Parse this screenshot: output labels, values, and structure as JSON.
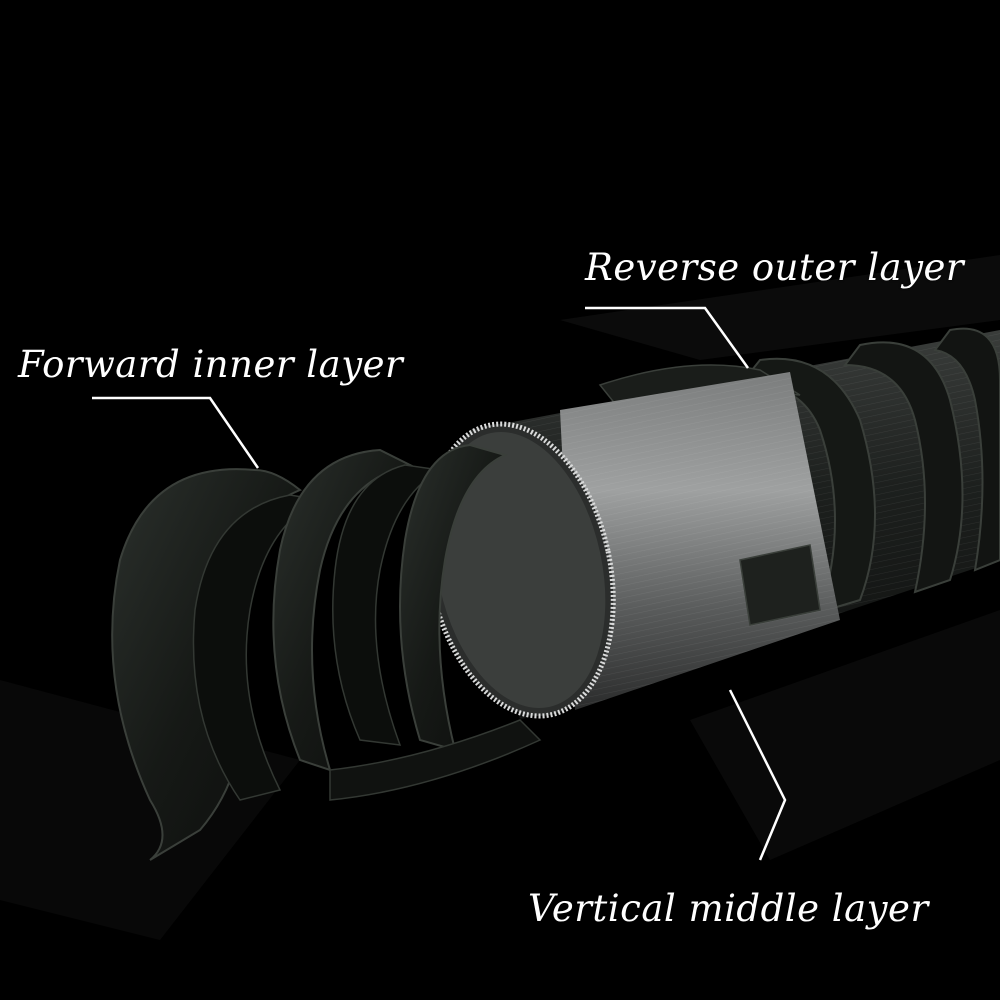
{
  "labels": {
    "forward_inner": "Forward inner layer",
    "reverse_outer": "Reverse outer layer",
    "vertical_middle": "Vertical middle layer"
  },
  "colors": {
    "background": "#000000",
    "ribbon": "#1c1f1c",
    "ribbon_edge": "#3a3f3a",
    "core": "#5a5c5c",
    "core_highlight": "#9a9c9c",
    "callout": "#ffffff"
  }
}
